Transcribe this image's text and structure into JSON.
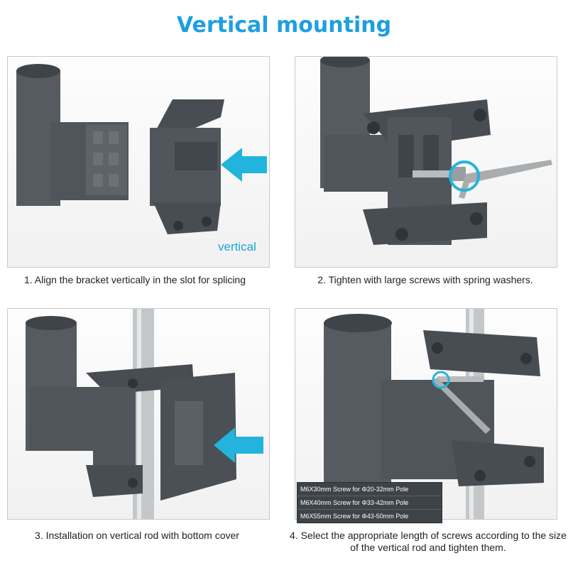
{
  "title": "Vertical mounting",
  "panel1": {
    "label": "vertical"
  },
  "captions": [
    "1. Align the bracket vertically in the slot for splicing",
    "2. Tighten with large screws with spring washers.",
    "3. Installation on vertical rod with bottom cover",
    "4. Select the appropriate length of screws  according to the size of the vertical rod and tighten them."
  ],
  "screw_table": [
    "M6X30mm Screw for Φ20-32mm Pole",
    "M6X40mm Screw for Φ33-42mm Pole",
    "M6X55mm Screw for Φ43-50mm Pole"
  ],
  "colors": {
    "title": "#1e9fe0",
    "arrow": "#22b4dc",
    "plastic": "#4d5358",
    "steel": "#c4c7ca"
  }
}
